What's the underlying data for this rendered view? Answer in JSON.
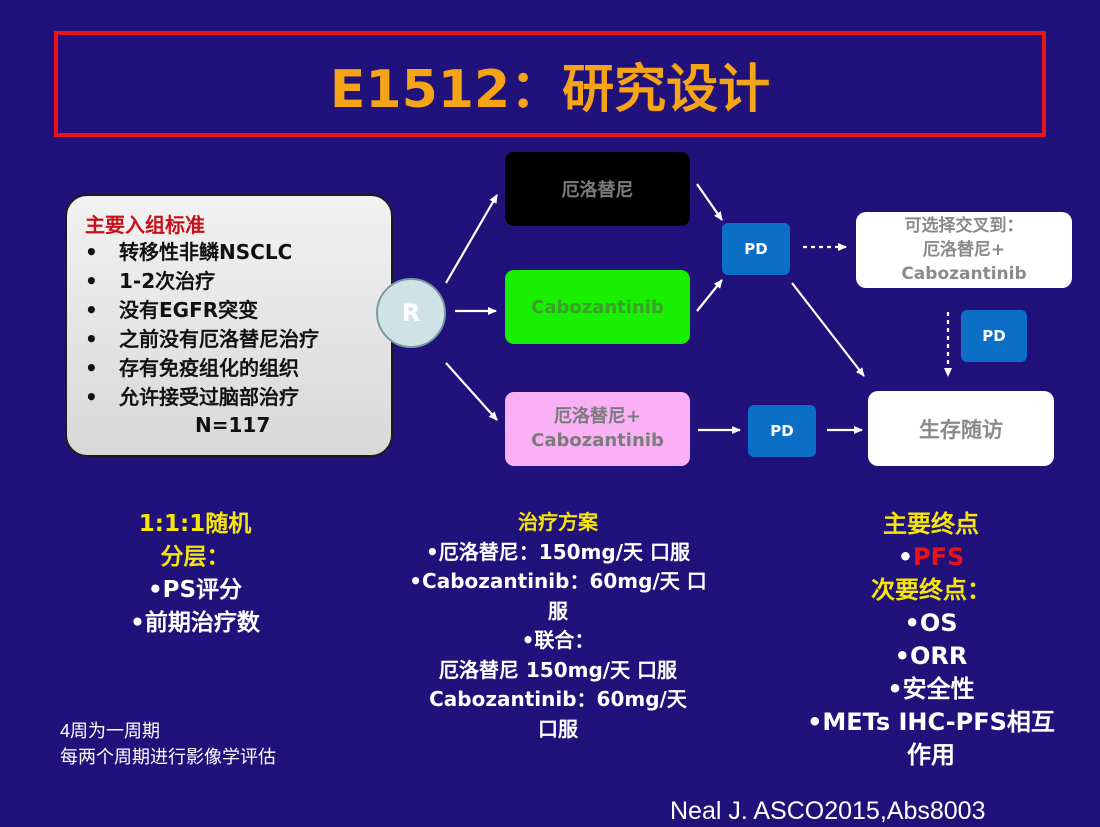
{
  "title": "E1512：研究设计",
  "criteria": {
    "heading": "主要入组标准",
    "items": [
      "转移性非鳞NSCLC",
      "1-2次治疗",
      "没有EGFR突变",
      "之前没有厄洛替尼治疗",
      "存有免疫组化的组织",
      "允许接受过脑部治疗"
    ],
    "n": "N=117"
  },
  "randomize": "R",
  "arms": {
    "arm1": "厄洛替尼",
    "arm2": "Cabozantinib",
    "arm3_line1": "厄洛替尼+",
    "arm3_line2": "Cabozantinib"
  },
  "pd_label": "PD",
  "crossover": {
    "line1": "可选择交叉到：",
    "line2": "厄洛替尼+",
    "line3": "Cabozantinib"
  },
  "followup": "生存随访",
  "randomization": {
    "ratio": "1:1:1随机",
    "strat_label": "分层：",
    "items": [
      "•PS评分",
      "•前期治疗数"
    ]
  },
  "regimen": {
    "heading": "治疗方案",
    "line1": "•厄洛替尼：150mg/天 口服",
    "line2": "•Cabozantinib：60mg/天 口",
    "line3": "服",
    "line4": "•联合：",
    "line5": "厄洛替尼 150mg/天 口服",
    "line6": "Cabozantinib：60mg/天",
    "line7": "口服"
  },
  "endpoints": {
    "primary_label": "主要终点",
    "primary_bullet": "•",
    "primary_value": "PFS",
    "secondary_label": "次要终点：",
    "items": [
      "•OS",
      "•ORR",
      "•安全性",
      "•METs IHC-PFS相互",
      "作用"
    ]
  },
  "notes": {
    "line1": "4周为一周期",
    "line2": "每两个周期进行影像学评估"
  },
  "citation": "Neal J. ASCO2015,Abs8003",
  "colors": {
    "background": "#21117a",
    "title": "#f5a418",
    "title_border": "#e8141c",
    "arm2": "#18f000",
    "arm3": "#f9b0f5",
    "pd": "#0b6fc6",
    "highlight": "#f5e60a"
  }
}
